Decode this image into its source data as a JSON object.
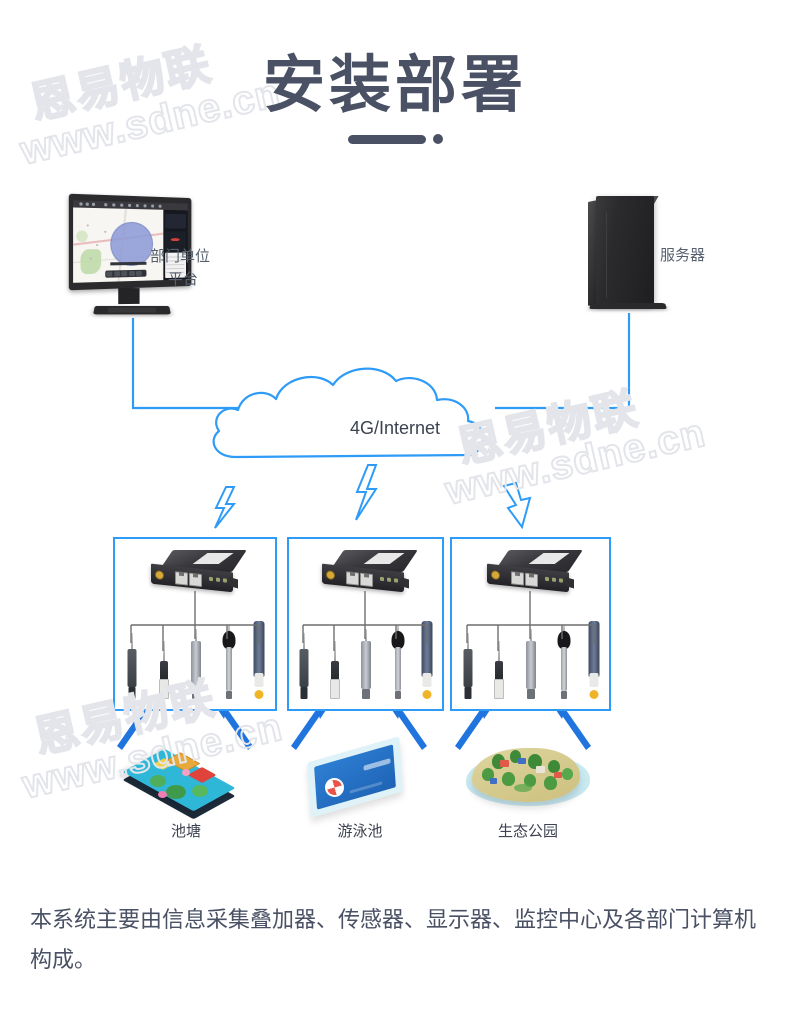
{
  "page": {
    "title": "安装部署",
    "background": "#ffffff",
    "accent_blue": "#2e9bf6",
    "title_color": "#4a5164"
  },
  "watermark": {
    "brand": "恩易物联",
    "url": "www.sdne.cn",
    "color": "#e3e5ea"
  },
  "diagram": {
    "nodes": [
      {
        "id": "workstation",
        "icon": "monitor-icon",
        "label_line1": "部门单位",
        "label_line2": "平台"
      },
      {
        "id": "server",
        "icon": "server-tower-icon",
        "label_line1": "服务器",
        "label_line2": ""
      }
    ],
    "cloud": {
      "icon": "cloud-icon",
      "label": "4G/Internet"
    },
    "links": [
      {
        "from": "workstation",
        "to": "cloud",
        "style": "solid-blue-elbow"
      },
      {
        "from": "server",
        "to": "cloud",
        "style": "solid-blue-elbow"
      },
      {
        "from": "cloud",
        "to": "site-1",
        "style": "lightning-bolt"
      },
      {
        "from": "cloud",
        "to": "site-2",
        "style": "lightning-bolt"
      },
      {
        "from": "cloud",
        "to": "site-3",
        "style": "lightning-bolt"
      }
    ],
    "sites": [
      {
        "id": "site-1",
        "scene_label": "池塘",
        "scene_icon": "pond-scene-icon",
        "device": {
          "name": "信息采集叠加器",
          "icon": "data-collector-icon"
        },
        "sensor_count": 5
      },
      {
        "id": "site-2",
        "scene_label": "游泳池",
        "scene_icon": "swimming-pool-scene-icon",
        "device": {
          "name": "信息采集叠加器",
          "icon": "data-collector-icon"
        },
        "sensor_count": 5
      },
      {
        "id": "site-3",
        "scene_label": "生态公园",
        "scene_icon": "eco-park-scene-icon",
        "device": {
          "name": "信息采集叠加器",
          "icon": "data-collector-icon"
        },
        "sensor_count": 5
      }
    ]
  },
  "footer": {
    "description": "本系统主要由信息采集叠加器、传感器、显示器、监控中心及各部门计算机构成。"
  }
}
